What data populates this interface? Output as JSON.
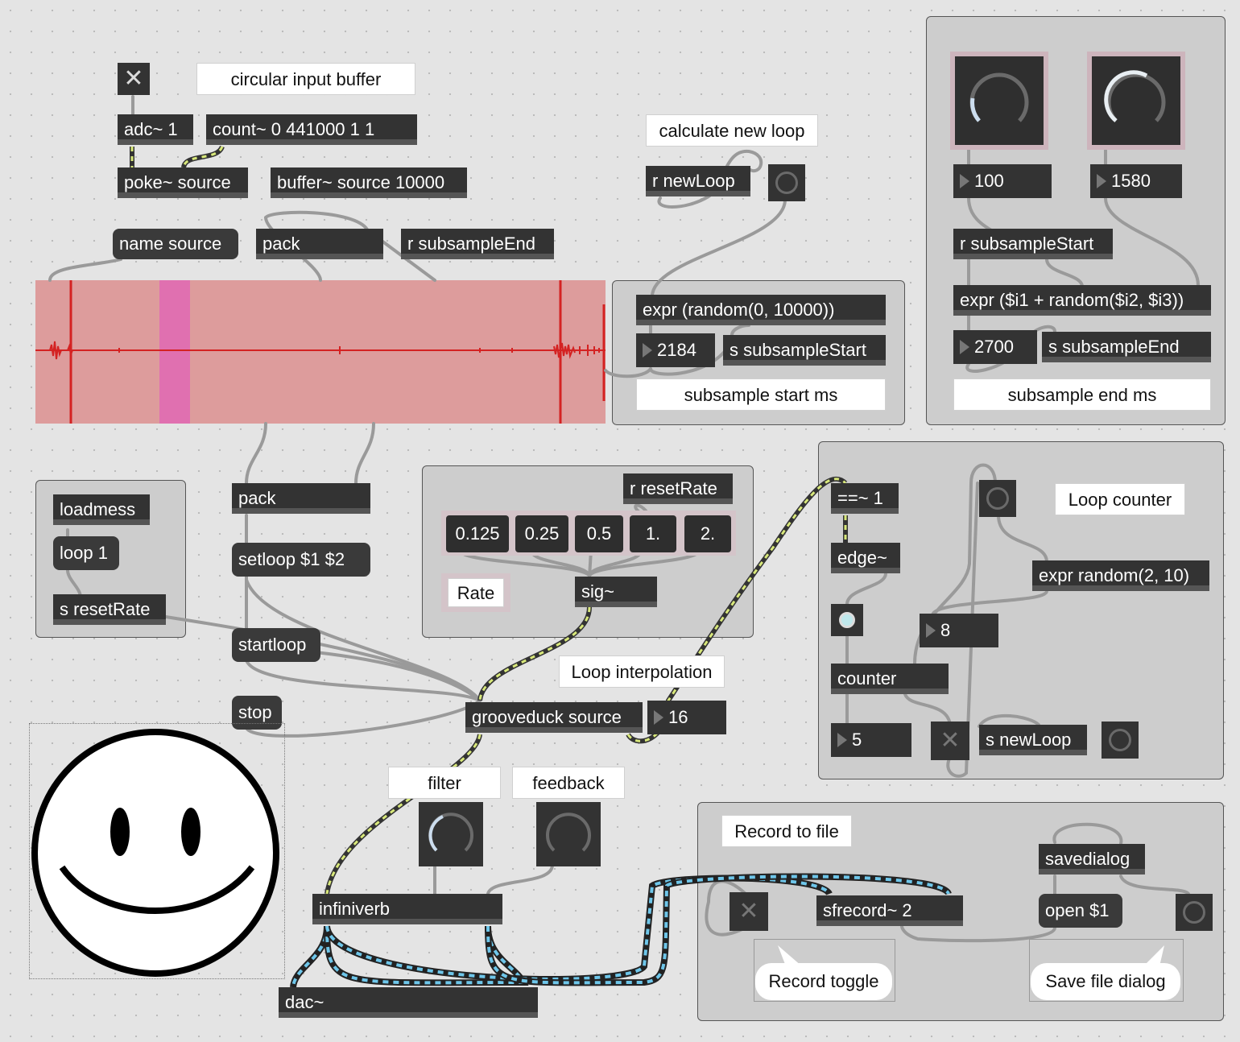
{
  "comments": {
    "circular": "circular input buffer",
    "calc": "calculate new loop",
    "subsample_start": "subsample start ms",
    "subsample_end": "subsample end ms",
    "loop_counter": "Loop counter",
    "loop_interp": "Loop interpolation",
    "filter": "filter",
    "feedback": "feedback",
    "record_to_file": "Record to file",
    "rate": "Rate",
    "record_toggle": "Record toggle",
    "save_file_dialog": "Save file dialog"
  },
  "objects": {
    "adc": "adc~ 1",
    "count": "count~ 0 441000 1 1",
    "poke": "poke~ source",
    "buffer": "buffer~ source 10000",
    "name_source": "name source",
    "pack_top": "pack",
    "r_subsample_end": "r subsampleEnd",
    "r_newloop": "r newLoop",
    "expr_random": "expr (random(0, 10000))",
    "s_subsample_start": "s subsampleStart",
    "r_subsample_start": "r subsampleStart",
    "expr_sum": "expr ($i1 + random($i2, $i3))",
    "s_subsample_end": "s subsampleEnd",
    "loadmess": "loadmess",
    "loop1": "loop 1",
    "s_reset_rate": "s resetRate",
    "pack_mid": "pack",
    "setloop": "setloop $1 $2",
    "startloop": "startloop",
    "stop": "stop",
    "r_reset_rate": "r resetRate",
    "sig": "sig~",
    "grooveduck": "grooveduck source",
    "eq": "==~ 1",
    "edge": "edge~",
    "expr_random2": "expr random(2, 10)",
    "counter": "counter",
    "s_newloop": "s newLoop",
    "infiniverb": "infiniverb",
    "dac": "dac~",
    "sfrecord": "sfrecord~ 2",
    "savedialog": "savedialog",
    "open": "open $1"
  },
  "numbers": {
    "dial1_value": "100",
    "dial2_value": "1580",
    "start_value": "2184",
    "end_value": "2700",
    "interp_value": "16",
    "counter_max": "8",
    "counter_out": "5"
  },
  "rate_buttons": [
    "0.125",
    "0.25",
    "0.5",
    "1.",
    "2."
  ],
  "colors": {
    "canvas": "#e4e4e4",
    "object_bg": "#333333",
    "waveform_bg": "#dd9c9c",
    "waveform_line": "#e02020",
    "selection": "#e070b0",
    "signal_cord": "#d8e87a",
    "multichannel_cord": "#6ec6ea",
    "control_cord": "#9a9a9a"
  },
  "icons": {
    "toggle": "x-toggle-icon",
    "button": "circle-button-icon",
    "dial": "dial-icon",
    "face": "smiley-face-icon"
  }
}
